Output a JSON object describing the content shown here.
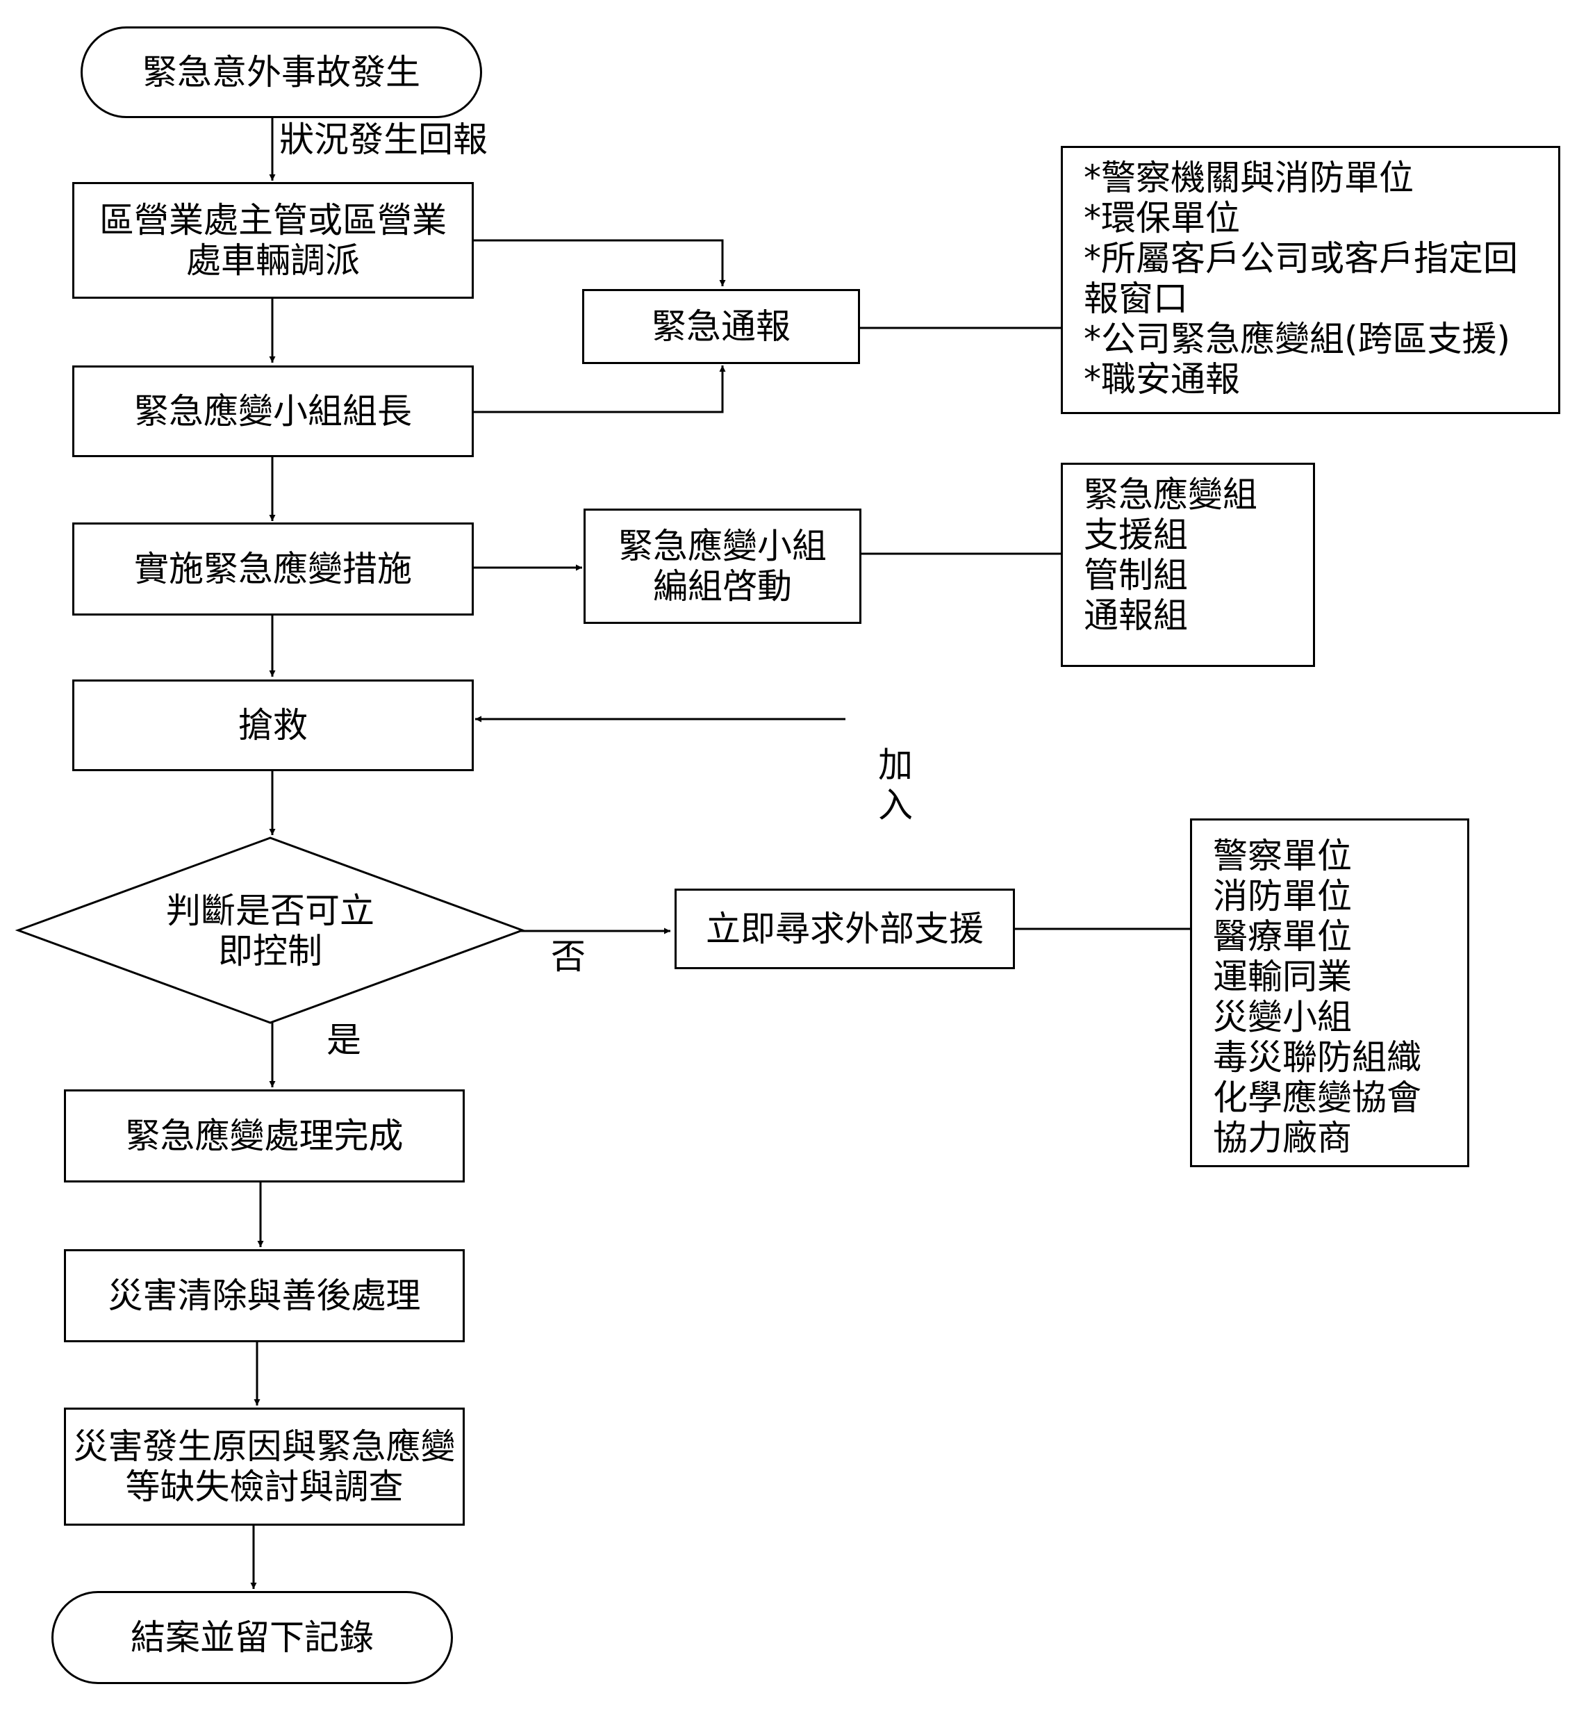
{
  "nodes": {
    "start": "緊急意外事故發生",
    "report_label": "狀況發生回報",
    "dispatch_l1": "區營業處主管或區營業",
    "dispatch_l2": "處車輛調派",
    "notify": "緊急通報",
    "leader": "緊急應變小組組長",
    "implement": "實施緊急應變措施",
    "team_start_l1": "緊急應變小組",
    "team_start_l2": "編組啓動",
    "rescue": "搶救",
    "join_label_1": "加",
    "join_label_2": "入",
    "decision_l1": "判斷是否可立",
    "decision_l2": "即控制",
    "no_label": "否",
    "yes_label": "是",
    "external": "立即尋求外部支援",
    "complete": "緊急應變處理完成",
    "cleanup": "災害清除與善後處理",
    "review_l1": "災害發生原因與緊急應變",
    "review_l2": "等缺失檢討與調查",
    "end": "結案並留下記錄"
  },
  "notify_list": [
    "*警察機關與消防單位",
    "*環保單位",
    "*所屬客戶公司或客戶指定回",
    "報窗口",
    "*公司緊急應變組(跨區支援)",
    "*職安通報"
  ],
  "team_list": [
    "緊急應變組",
    "支援組",
    "管制組",
    "通報組"
  ],
  "external_list": [
    "警察單位",
    "消防單位",
    "醫療單位",
    "運輸同業",
    "災變小組",
    "毒災聯防組織",
    "化學應變協會",
    "協力廠商"
  ]
}
